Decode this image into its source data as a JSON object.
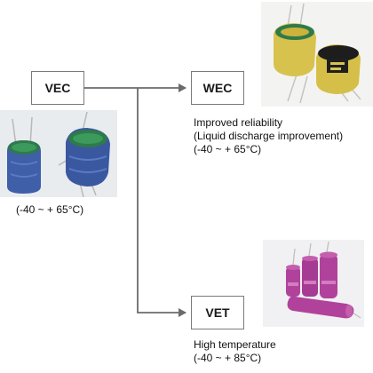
{
  "nodes": {
    "vec": {
      "label": "VEC",
      "range": "(-40 ~ + 65°C)"
    },
    "wec": {
      "label": "WEC",
      "caption_lines": [
        "Improved reliability",
        "(Liquid discharge improvement)",
        "(-40 ~ + 65°C)"
      ]
    },
    "vet": {
      "label": "VET",
      "caption_lines": [
        "High temperature",
        "(-40 ~ + 85°C)"
      ]
    }
  },
  "colors": {
    "connector": "#6b6b6b",
    "box_border": "#7a7a7a",
    "vec_capacitor": "#3f5fa8",
    "wec_capacitor": "#d8c24e",
    "vet_capacitor": "#b0429b"
  },
  "icons": {
    "vec_photo": "blue-supercapacitor-photo",
    "wec_photo": "yellow-supercapacitor-photo",
    "vet_photo": "purple-cylindrical-capacitor-photo"
  }
}
